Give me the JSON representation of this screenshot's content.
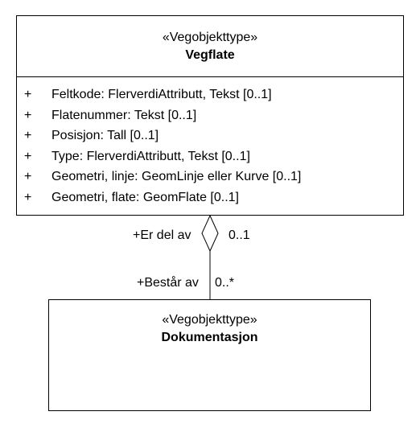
{
  "classes": {
    "vegflate": {
      "stereotype": "«Vegobjekttype»",
      "name": "Vegflate",
      "attributes": [
        {
          "visibility": "+",
          "text": "Feltkode: FlerverdiAttributt, Tekst [0..1]"
        },
        {
          "visibility": "+",
          "text": "Flatenummer: Tekst [0..1]"
        },
        {
          "visibility": "+",
          "text": "Posisjon: Tall [0..1]"
        },
        {
          "visibility": "+",
          "text": "Type: FlerverdiAttributt, Tekst [0..1]"
        },
        {
          "visibility": "+",
          "text": "Geometri, linje: GeomLinje eller Kurve [0..1]"
        },
        {
          "visibility": "+",
          "text": "Geometri, flate: GeomFlate [0..1]"
        }
      ]
    },
    "dokumentasjon": {
      "stereotype": "«Vegobjekttype»",
      "name": "Dokumentasjon"
    }
  },
  "association": {
    "type": "aggregation",
    "source_role": "+Er del av",
    "source_multiplicity": "0..1",
    "target_role": "+Består av",
    "target_multiplicity": "0..*"
  },
  "colors": {
    "line": "#000000",
    "background": "#ffffff"
  }
}
